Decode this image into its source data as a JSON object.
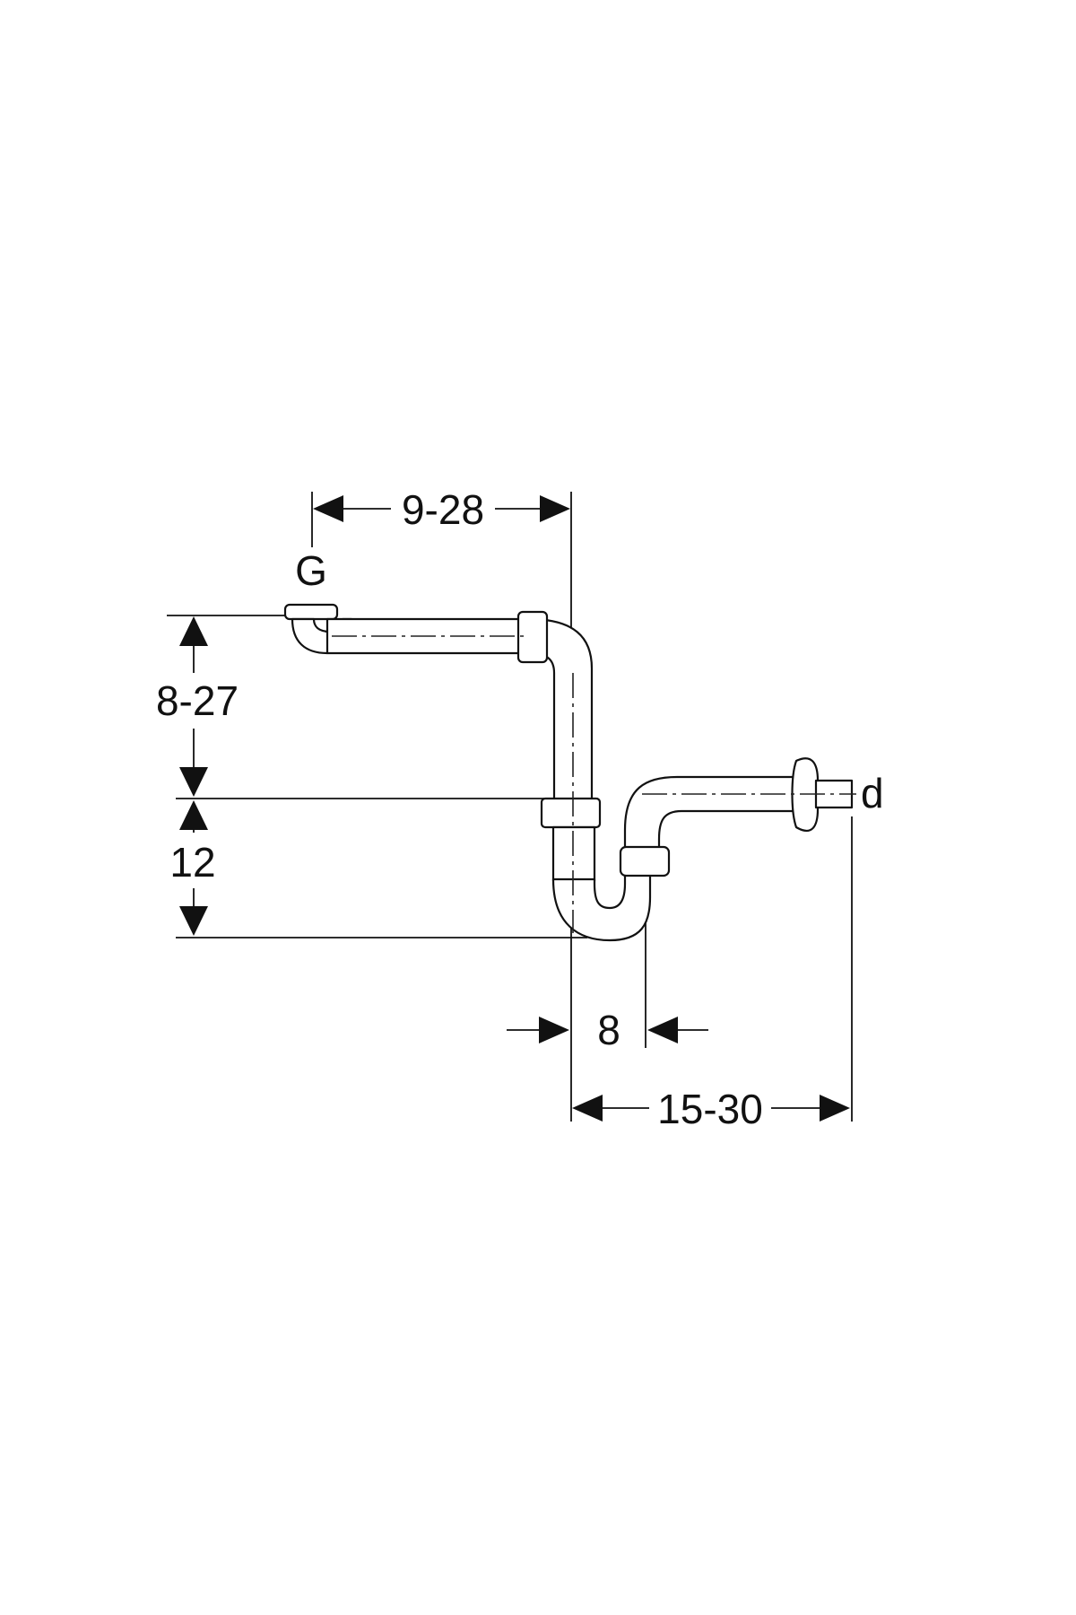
{
  "diagram": {
    "labels": {
      "inlet": "G",
      "outlet": "d"
    },
    "dimensions": {
      "top_width": "9-28",
      "left_height": "8-27",
      "trap_height": "12",
      "trap_offset": "8",
      "outlet_length": "15-30"
    }
  }
}
